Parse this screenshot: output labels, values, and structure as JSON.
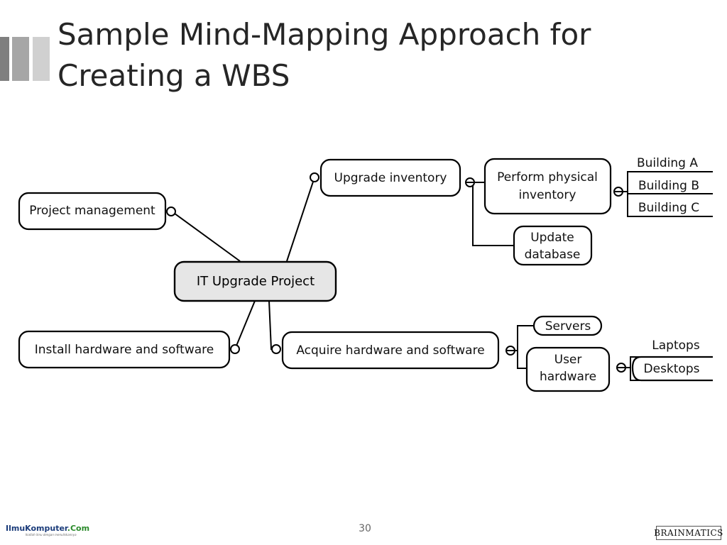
{
  "slide": {
    "title_line1": "Sample Mind-Mapping Approach for",
    "title_line2": "Creating a WBS",
    "page_number": "30"
  },
  "diagram": {
    "central": "IT Upgrade Project",
    "nodes": {
      "project_management": "Project management",
      "install": "Install hardware and software",
      "upgrade_inventory": "Upgrade inventory",
      "acquire": "Acquire hardware and software",
      "perform_line1": "Perform physical",
      "perform_line2": "inventory",
      "update_line1": "Update",
      "update_line2": "database",
      "servers": "Servers",
      "user_line1": "User",
      "user_line2": "hardware",
      "desktops": "Desktops"
    },
    "leaves": {
      "building_a": "Building A",
      "building_b": "Building B",
      "building_c": "Building C",
      "laptops": "Laptops"
    }
  },
  "footer": {
    "left_logo_main": "IlmuKomputer",
    "left_logo_domain": ".Com",
    "left_logo_tagline": "Ikatlah ilmu dengan menuliskannya",
    "right_logo": "BRAINMATICS"
  }
}
